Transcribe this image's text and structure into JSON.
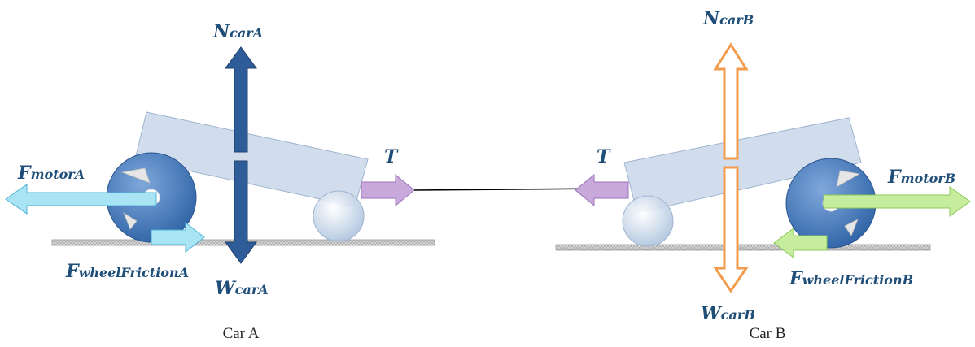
{
  "labels": {
    "normal_a": {
      "main": "N",
      "sub": "carA"
    },
    "weight_a": {
      "main": "W",
      "sub": "carA"
    },
    "motor_a": {
      "main": "F",
      "sub": "motorA"
    },
    "friction_a": {
      "main": "F",
      "sub": "wheelFrictionA"
    },
    "tension_a": {
      "main": "T",
      "sub": ""
    },
    "normal_b": {
      "main": "N",
      "sub": "carB"
    },
    "weight_b": {
      "main": "W",
      "sub": "carB"
    },
    "motor_b": {
      "main": "F",
      "sub": "motorB"
    },
    "friction_b": {
      "main": "F",
      "sub": "wheelFrictionB"
    },
    "tension_b": {
      "main": "T",
      "sub": ""
    }
  },
  "captions": {
    "car_a": "Car A",
    "car_b": "Car B"
  },
  "colors": {
    "car_a_vertical": "#2e5c98",
    "car_b_vertical": "#f29b4c",
    "motor_a": "#a9e4f5",
    "friction_a": "#a9e4f5",
    "motor_b": "#c6ec9e",
    "friction_b": "#c6ec9e",
    "tension": "#c9a9dc",
    "label": "#1f4e79",
    "wheel": "#3d73b5",
    "body": "#c5d4e8",
    "ground": "#b5b5b5"
  }
}
